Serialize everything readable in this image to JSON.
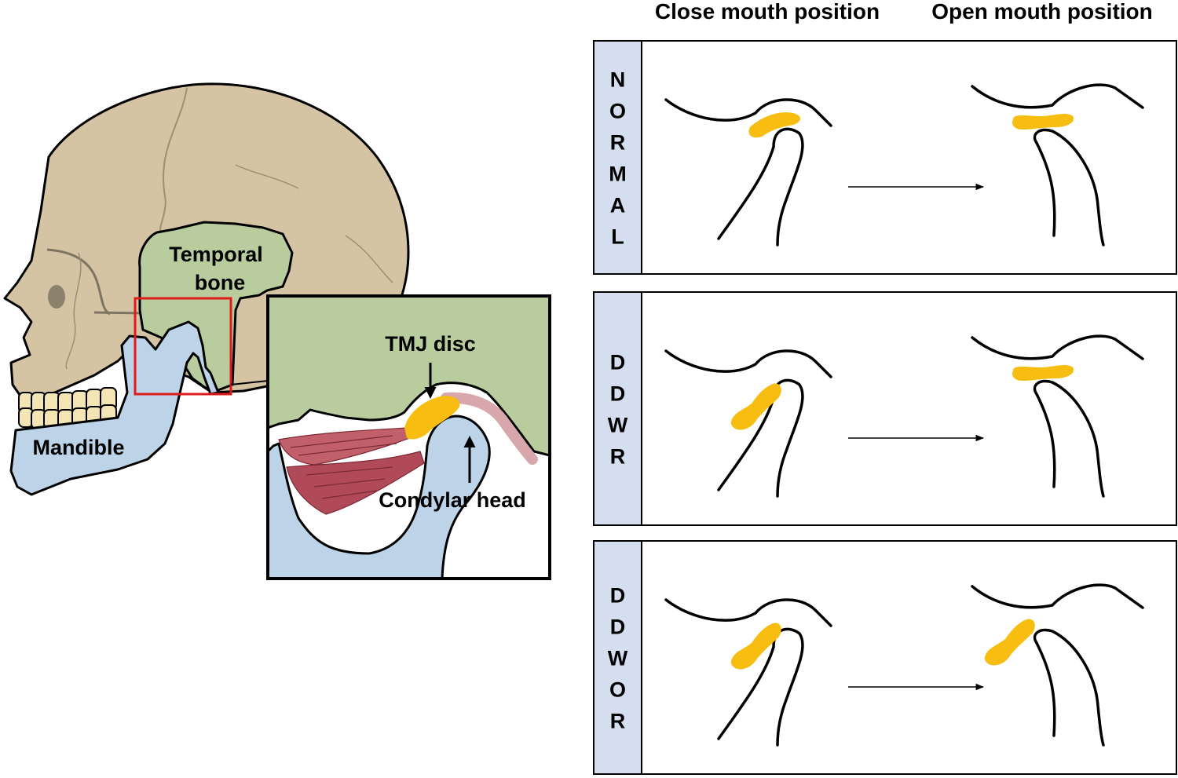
{
  "colors": {
    "skull": "#d4c4a4",
    "temporal_bone": "#b8cc9e",
    "mandible": "#bcd3e8",
    "disc": "#f7bd10",
    "muscle": "#b04a58",
    "highlight_box": "#e01b1b",
    "row_label_bg": "#d5deef"
  },
  "skull_labels": {
    "temporal_line1": "Temporal",
    "temporal_line2": "bone",
    "mandible": "Mandible"
  },
  "inset_labels": {
    "tmj_disc": "TMJ disc",
    "condylar_head": "Condylar head"
  },
  "columns": {
    "close": "Close mouth position",
    "open": "Open mouth position"
  },
  "rows": [
    {
      "label": "NORMAL",
      "letters": [
        "N",
        "O",
        "R",
        "M",
        "A",
        "L"
      ]
    },
    {
      "label": "DDWR",
      "letters": [
        "D",
        "D",
        "W",
        "R"
      ]
    },
    {
      "label": "DDWOR",
      "letters": [
        "D",
        "D",
        "W",
        "O",
        "R"
      ]
    }
  ],
  "icons": {
    "skull": "skull-illustration",
    "inset": "tmj-inset-illustration",
    "arrow": "arrow-right-icon"
  }
}
